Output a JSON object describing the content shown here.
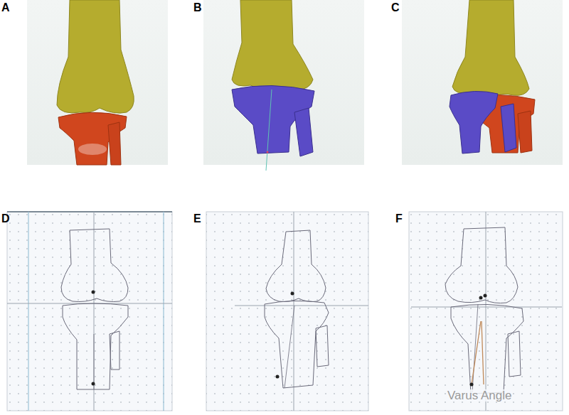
{
  "diagram": {
    "labels": [
      "A",
      "B",
      "C",
      "D",
      "E",
      "F",
      "Varus Angle"
    ]
  }
}
